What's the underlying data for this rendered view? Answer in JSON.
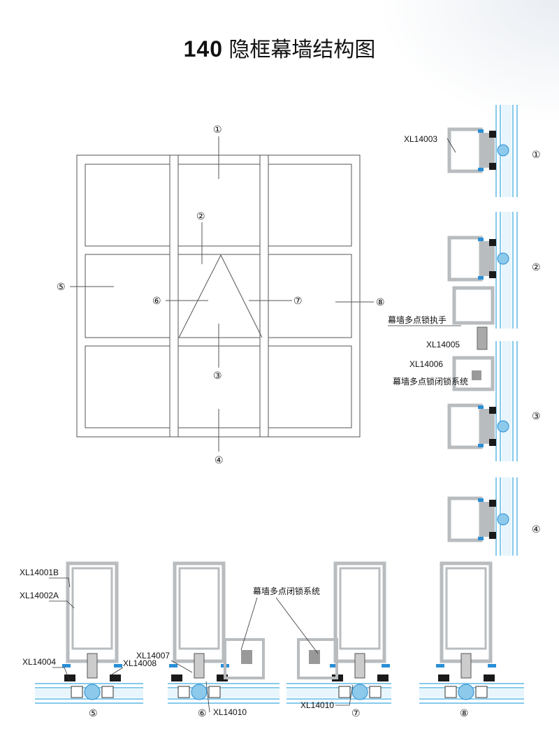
{
  "title": {
    "number": "140",
    "text": "隐框幕墙结构图"
  },
  "elevation": {
    "markers": [
      "①",
      "②",
      "③",
      "④",
      "⑤",
      "⑥",
      "⑦",
      "⑧"
    ]
  },
  "vertical_sections": {
    "markers": [
      "①",
      "②",
      "③",
      "④"
    ],
    "labels": {
      "p1": "XL14003",
      "handle": "幕墙多点锁执手",
      "p5": "XL14005",
      "p6": "XL14006",
      "lock": "幕墙多点锁闭锁系统"
    }
  },
  "horizontal_sections": {
    "markers": [
      "⑤",
      "⑥",
      "⑦",
      "⑧"
    ],
    "labels": {
      "p1b": "XL14001B",
      "p2a": "XL14002A",
      "p4": "XL14004",
      "p8": "XL14008",
      "p7": "XL14007",
      "p10a": "XL14010",
      "p10b": "XL14010",
      "lock": "幕墙多点闭锁系统"
    }
  },
  "colors": {
    "profile": "#b9bcbf",
    "glass": "#5fb8e6",
    "gasket": "#1a1a1a",
    "seal": "#2a8fd6"
  }
}
